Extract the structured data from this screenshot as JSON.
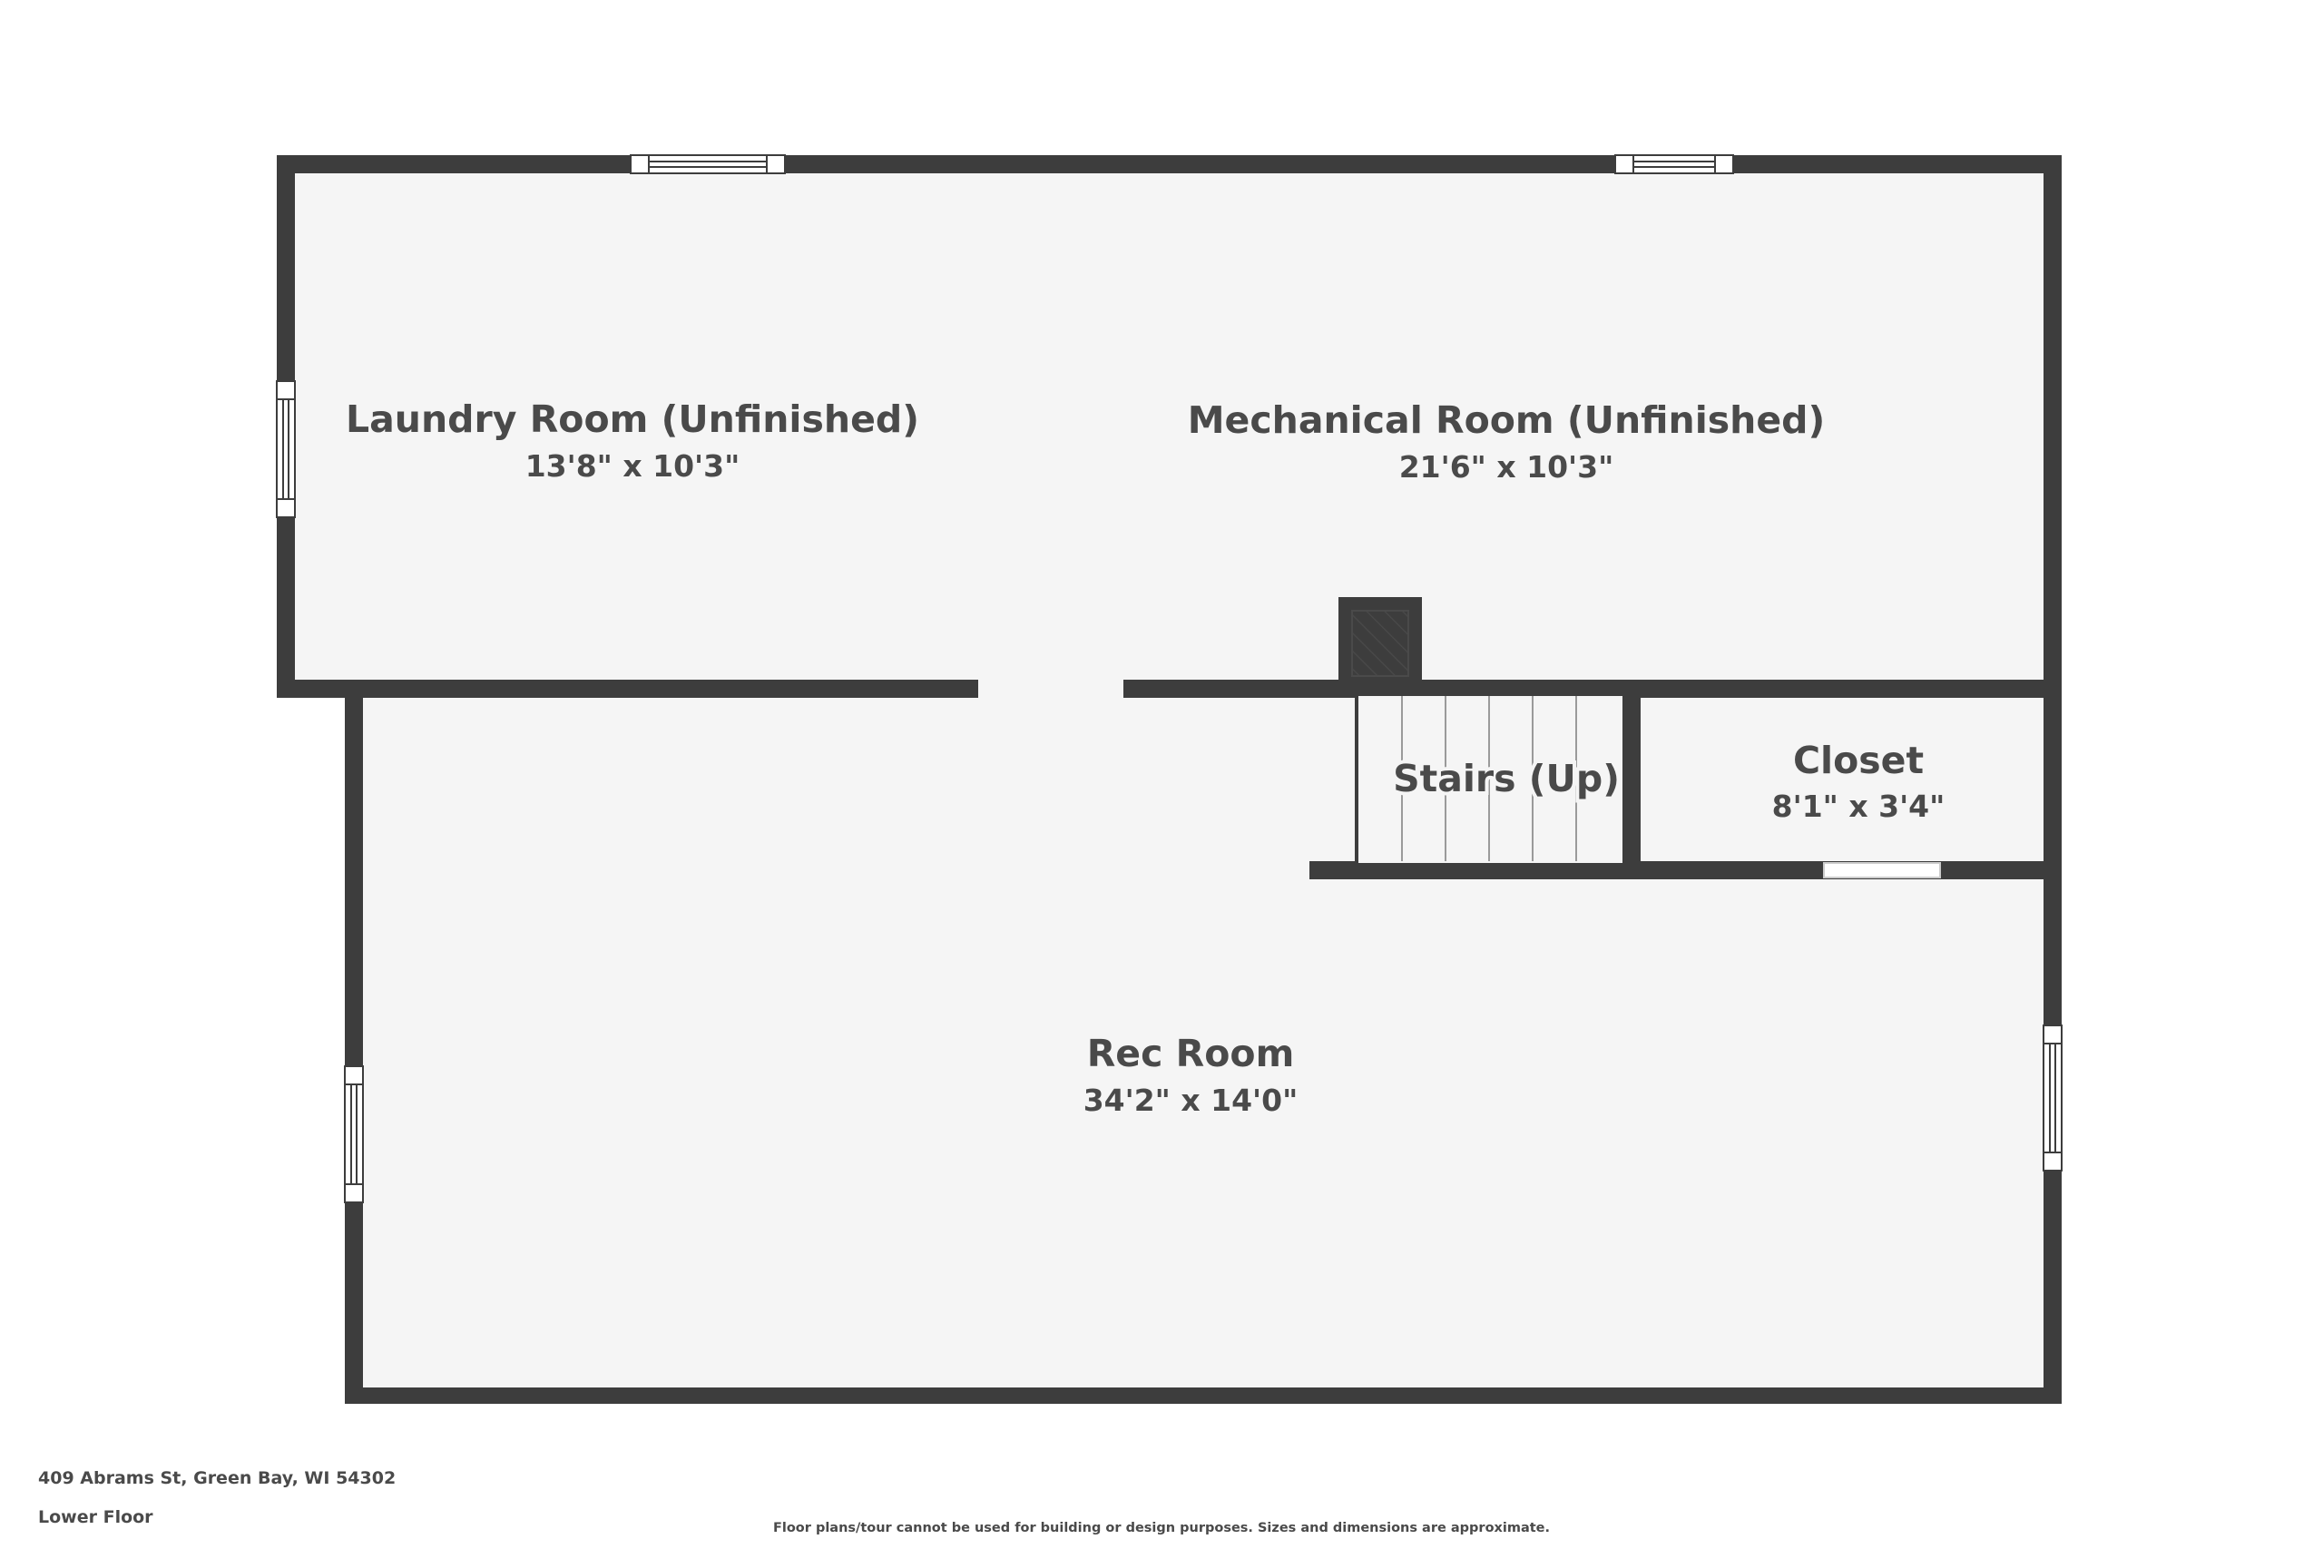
{
  "plan": {
    "rooms": {
      "laundry": {
        "name": "Laundry Room (Unfinished)",
        "dims": "13'8\" x 10'3\""
      },
      "mechanical": {
        "name": "Mechanical Room (Unfinished)",
        "dims": "21'6\" x 10'3\""
      },
      "stairs": {
        "name": "Stairs (Up)"
      },
      "closet": {
        "name": "Closet",
        "dims": "8'1\" x 3'4\""
      },
      "rec": {
        "name": "Rec Room",
        "dims": "34'2\" x 14'0\""
      }
    }
  },
  "footer": {
    "address": "409 Abrams St, Green Bay, WI 54302",
    "floor": "Lower Floor",
    "disclaimer": "Floor plans/tour cannot be used for building or design purposes. Sizes and dimensions are approximate."
  },
  "colors": {
    "wall": "#3d3d3d",
    "floor": "#f5f5f5",
    "text": "#4a4a4a",
    "background": "#ffffff"
  }
}
